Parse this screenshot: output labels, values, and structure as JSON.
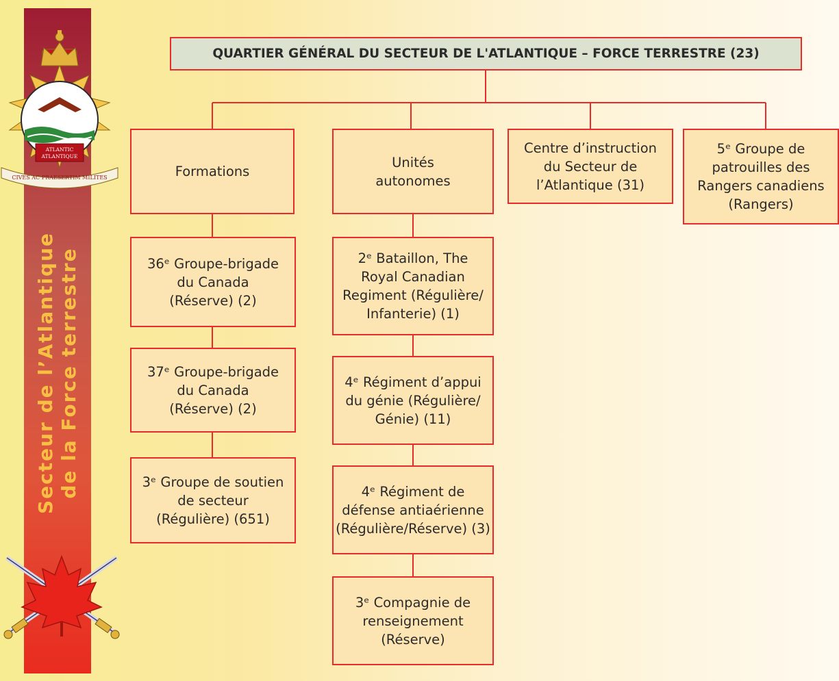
{
  "sidebar": {
    "title_lines": [
      "Secteur de l’Atlantique",
      "de la Force terrestre"
    ],
    "crest_band_text": [
      "ATLANTIC",
      "ATLANTIQUE"
    ],
    "crest_motto": "CIVES AC PRAESERTIM MILITES"
  },
  "colors": {
    "sidebar_top": "#9e1c32",
    "sidebar_bottom": "#e92b1f",
    "title_text": "#f7bf43",
    "box_border": "#ea2b2b",
    "box_fill": "#fde4b3",
    "hq_fill": "#dbe2cf",
    "maple_leaf": "#e8231c"
  },
  "icons": [
    "crest-icon",
    "maple-leaf-swords-icon"
  ],
  "org": {
    "hq": "QUARTIER GÉNÉRAL DU SECTEUR DE L'ATLANTIQUE – FORCE TERRESTRE (23)",
    "level2": [
      [
        "Formations"
      ],
      [
        "Unités",
        "autonomes"
      ],
      [
        "Centre d’instruction",
        "du Secteur de",
        "l’Atlantique (31)"
      ],
      [
        "5ᵉ Groupe de",
        "patrouilles des",
        "Rangers canadiens",
        "(Rangers)"
      ]
    ],
    "formations": [
      [
        "36ᵉ Groupe-brigade",
        "du Canada",
        "(Réserve) (2)"
      ],
      [
        "37ᵉ Groupe-brigade",
        "du Canada",
        "(Réserve) (2)"
      ],
      [
        "3ᵉ Groupe de soutien",
        "de secteur",
        "(Régulière) (651)"
      ]
    ],
    "units": [
      [
        "2ᵉ Bataillon, The",
        "Royal Canadian",
        "Regiment (Régulière/",
        "Infanterie) (1)"
      ],
      [
        "4ᵉ Régiment d’appui",
        "du génie (Régulière/",
        "Génie) (11)"
      ],
      [
        "4ᵉ Régiment de",
        "défense antiaérienne",
        "(Régulière/Réserve) (3)"
      ],
      [
        "3ᵉ Compagnie de",
        "renseignement",
        "(Réserve)"
      ]
    ]
  }
}
